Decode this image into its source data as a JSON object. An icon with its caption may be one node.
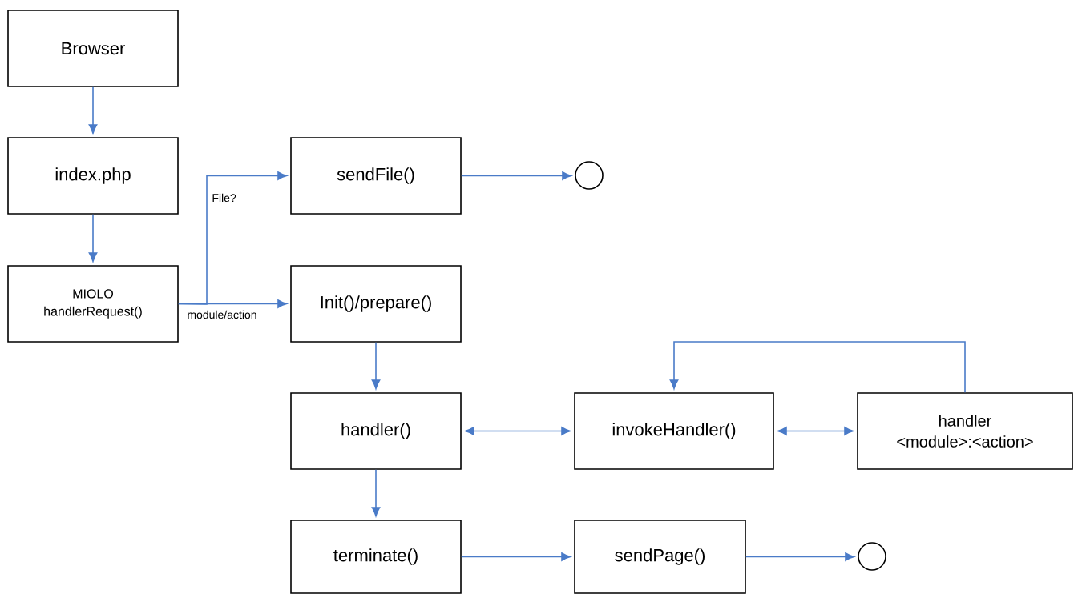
{
  "diagram": {
    "nodes": [
      {
        "text": [
          "Browser"
        ]
      },
      {
        "text": [
          "index.php"
        ]
      },
      {
        "text": [
          "MIOLO handlerRequest()"
        ]
      },
      {
        "text": [
          "sendFile()"
        ]
      },
      {
        "text": [],
        "shape": "circle"
      },
      {
        "text": [
          "Init()/prepare()"
        ]
      },
      {
        "text": [
          "handler()"
        ]
      },
      {
        "text": [
          "invokeHandler()"
        ]
      },
      {
        "text": [
          "handler <module>:<action>"
        ]
      },
      {
        "text": [
          "terminate()"
        ]
      },
      {
        "text": [
          "sendPage()"
        ]
      },
      {
        "text": [],
        "shape": "circle"
      }
    ],
    "edges": [
      {
        "from": 0,
        "to": 1,
        "arrow": "to"
      },
      {
        "from": 1,
        "to": 2,
        "arrow": "to"
      },
      {
        "from": 2,
        "to": 3,
        "arrow": "to",
        "label": "File?"
      },
      {
        "from": 2,
        "to": 5,
        "arrow": "to",
        "label": "module/action"
      },
      {
        "from": 3,
        "to": 4,
        "arrow": "to"
      },
      {
        "from": 5,
        "to": 6,
        "arrow": "to"
      },
      {
        "from": 6,
        "to": 7,
        "arrow": "both"
      },
      {
        "from": 7,
        "to": 8,
        "arrow": "both"
      },
      {
        "from": 8,
        "to": 7,
        "arrow": "to"
      },
      {
        "from": 6,
        "to": 9,
        "arrow": "to"
      },
      {
        "from": 9,
        "to": 10,
        "arrow": "to"
      },
      {
        "from": 10,
        "to": 11,
        "arrow": "to"
      }
    ]
  }
}
